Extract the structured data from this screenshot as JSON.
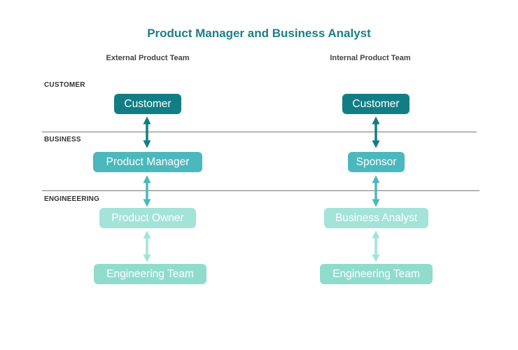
{
  "title": "Product Manager and Business Analyst",
  "columns": [
    {
      "heading": "External Product Team",
      "nodes": [
        "Customer",
        "Product Manager",
        "Product Owner",
        "Engineering Team"
      ]
    },
    {
      "heading": "Internal Product Team",
      "nodes": [
        "Customer",
        "Sponsor",
        "Business Analyst",
        "Engineering Team"
      ]
    }
  ],
  "lanes": [
    "CUSTOMER",
    "BUSINESS",
    "ENGINEEERING"
  ],
  "colors": {
    "title": "#1b7f86",
    "level1": "#137d85",
    "level2": "#4bb8bd",
    "level3": "#a3e3d8",
    "level4": "#8fdccd"
  }
}
